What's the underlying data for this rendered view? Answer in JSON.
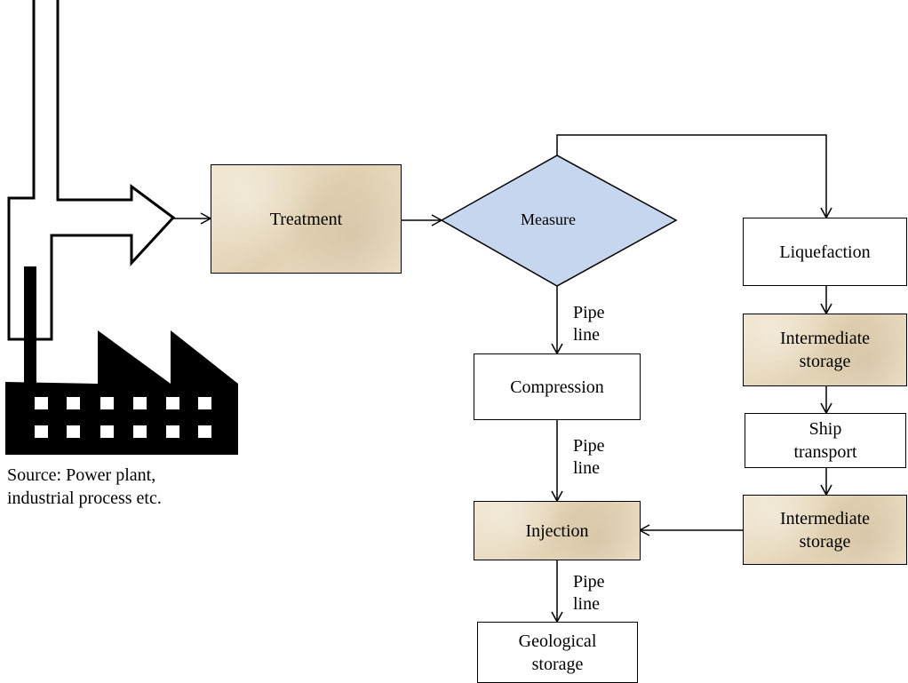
{
  "nodes": {
    "treatment": "Treatment",
    "measure": "Measure",
    "liquefaction": "Liquefaction",
    "intermediate_storage_1": "Intermediate\nstorage",
    "ship_transport": "Ship\ntransport",
    "intermediate_storage_2": "Intermediate\nstorage",
    "compression": "Compression",
    "injection": "Injection",
    "geological_storage": "Geological\nstorage"
  },
  "edge_labels": {
    "measure_to_compression": "Pipe\nline",
    "compression_to_injection": "Pipe\nline",
    "injection_to_geological": "Pipe\nline"
  },
  "source_caption": {
    "line1": "Source: Power  plant,",
    "line2": "industrial process etc."
  },
  "colors": {
    "stroke": "#000000",
    "tan_fill": "#e9dcc1",
    "diamond_fill": "#c6d6ee",
    "factory": "#000000"
  }
}
